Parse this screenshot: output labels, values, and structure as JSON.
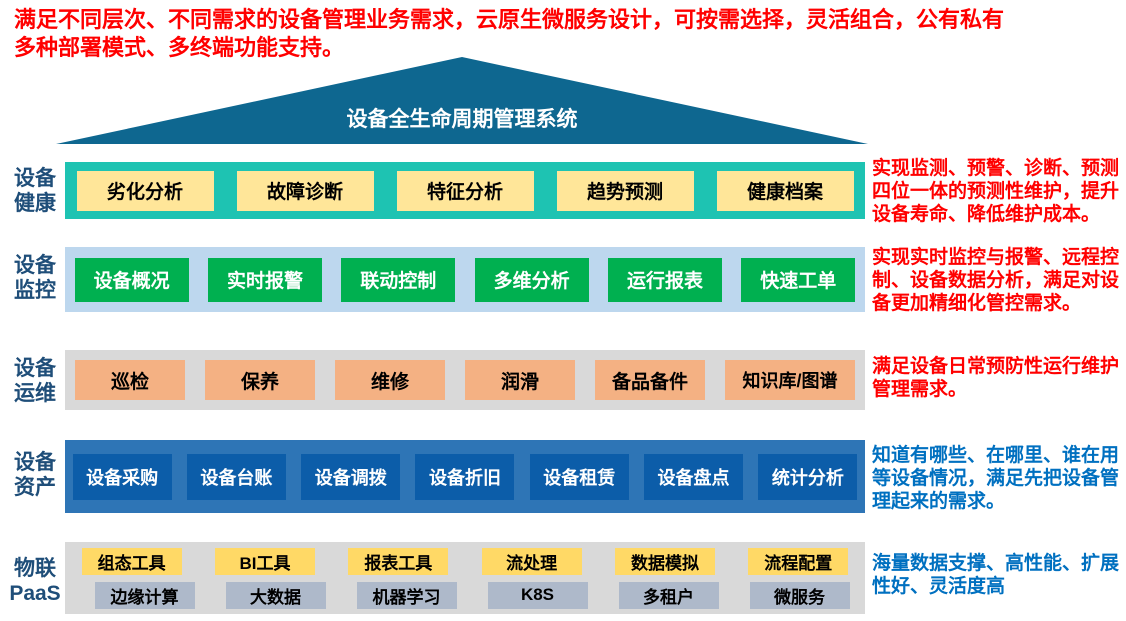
{
  "intro": {
    "line1": "满足不同层次、不同需求的设备管理业务需求，云原生微服务设计，可按需选择，灵活组合，公有私有",
    "line2": "多种部署模式、多终端功能支持。"
  },
  "roof": {
    "title": "设备全生命周期管理系统"
  },
  "rows": [
    {
      "label_line1": "设备",
      "label_line2": "健康",
      "boxes": [
        "劣化分析",
        "故障诊断",
        "特征分析",
        "趋势预测",
        "健康档案"
      ],
      "desc": "实现监测、预警、诊断、预测四位一体的预测性维护，提升设备寿命、降低维护成本。"
    },
    {
      "label_line1": "设备",
      "label_line2": "监控",
      "boxes": [
        "设备概况",
        "实时报警",
        "联动控制",
        "多维分析",
        "运行报表",
        "快速工单"
      ],
      "desc": "实现实时监控与报警、远程控制、设备数据分析，满足对设备更加精细化管控需求。"
    },
    {
      "label_line1": "设备",
      "label_line2": "运维",
      "boxes": [
        "巡检",
        "保养",
        "维修",
        "润滑",
        "备品备件",
        "知识库/图谱"
      ],
      "desc": "满足设备日常预防性运行维护管理需求。"
    },
    {
      "label_line1": "设备",
      "label_line2": "资产",
      "boxes": [
        "设备采购",
        "设备台账",
        "设备调拨",
        "设备折旧",
        "设备租赁",
        "设备盘点",
        "统计分析"
      ],
      "desc": "知道有哪些、在哪里、谁在用等设备情况，满足先把设备管理起来的需求。"
    },
    {
      "label_line1": "物联",
      "label_line2": "PaaS",
      "boxes_top": [
        "组态工具",
        "BI工具",
        "报表工具",
        "流处理",
        "数据模拟",
        "流程配置"
      ],
      "boxes_bottom": [
        "边缘计算",
        "大数据",
        "机器学习",
        "K8S",
        "多租户",
        "微服务"
      ],
      "desc": "海量数据支撑、高性能、扩展性好、灵活度高"
    }
  ],
  "colors": {
    "intro_text": "#FF0000",
    "roof_fill": "#0E6790",
    "roof_title_text": "#FFFFFF",
    "row_label_text": "#1F4E79",
    "desc_red": "#FF0000",
    "desc_blue": "#0070C0",
    "health_bar": "#1EC3B2",
    "health_box": "#FFE699",
    "monitor_bar": "#BDD7EE",
    "monitor_box": "#00B050",
    "ops_bar": "#D9D9D9",
    "ops_box": "#F4B183",
    "asset_bar": "#2E75B6",
    "asset_box": "#0C5DA9",
    "paas_bar": "#D9D9D9",
    "paas_box_top": "#FFD966",
    "paas_box_bottom": "#AEB9CA"
  }
}
